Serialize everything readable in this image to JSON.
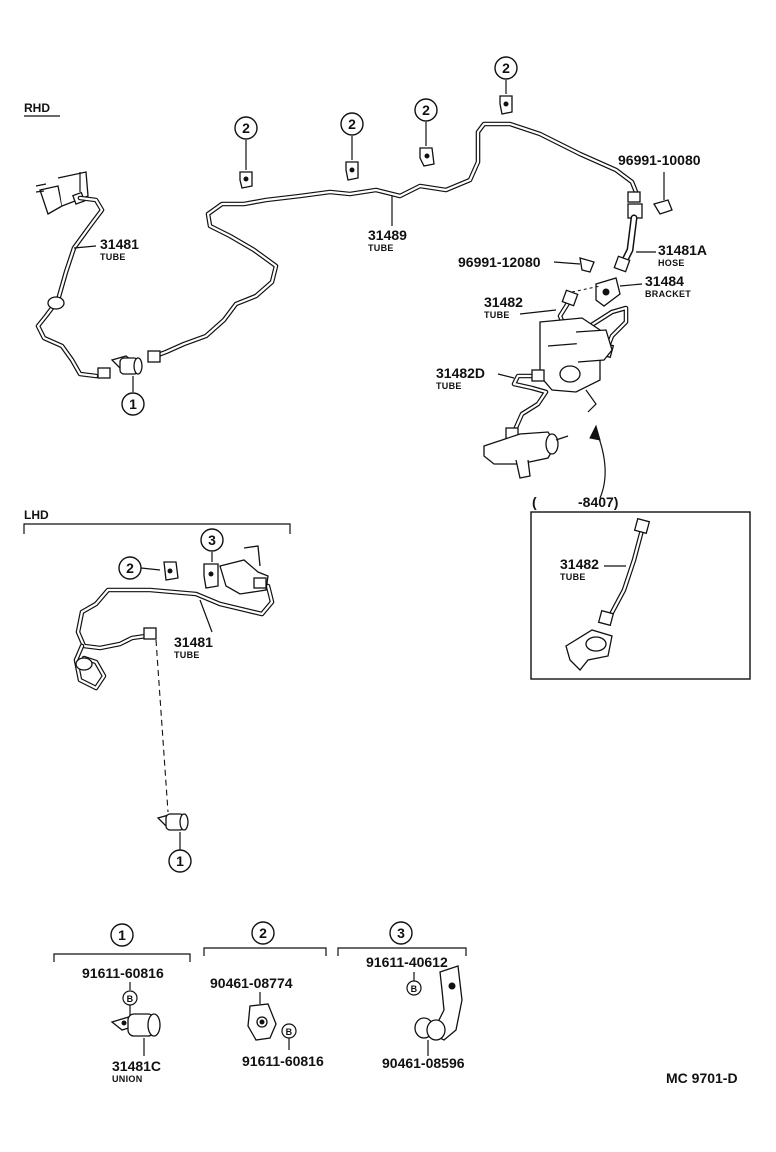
{
  "sections": {
    "rhd": "RHD",
    "lhd": "LHD"
  },
  "callouts": {
    "one": "1",
    "two": "2",
    "three": "3",
    "bolt": "B"
  },
  "labels": {
    "p96991_10080": "96991-10080",
    "p31481_rhd": "31481",
    "tube": "TUBE",
    "p31489": "31489",
    "p31481A": "31481A",
    "hose": "HOSE",
    "p96991_12080": "96991-12080",
    "p31484": "31484",
    "bracket": "BRACKET",
    "p31482": "31482",
    "p31482D": "31482D",
    "range_open": "(",
    "range_to": "-8407)",
    "p31482_inset": "31482",
    "p31481_lhd": "31481",
    "p91611_60816_a": "91611-60816",
    "p31481C": "31481C",
    "union": "UNION",
    "p90461_08774": "90461-08774",
    "p91611_60816_b": "91611-60816",
    "p91611_40612": "91611-40612",
    "p90461_08596": "90461-08596",
    "code": "MC 9701-D"
  }
}
